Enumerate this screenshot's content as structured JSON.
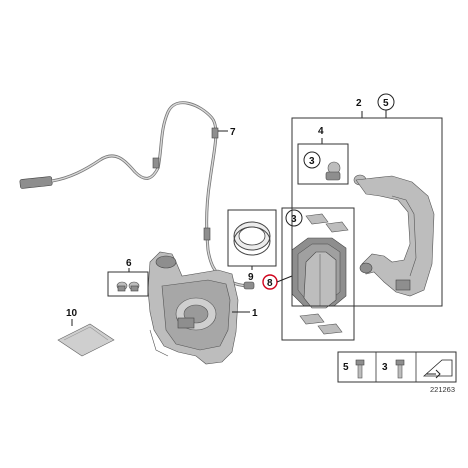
{
  "diagram": {
    "callouts": {
      "p1": "1",
      "p2": "2",
      "p3a": "3",
      "p3b": "3",
      "p3c": "3",
      "p4": "4",
      "p5a": "5",
      "p5b": "5",
      "p6": "6",
      "p7": "7",
      "p8": "8",
      "p9": "9",
      "p10": "10"
    },
    "reference_number": "221263",
    "highlight_color": "#d0021b"
  }
}
